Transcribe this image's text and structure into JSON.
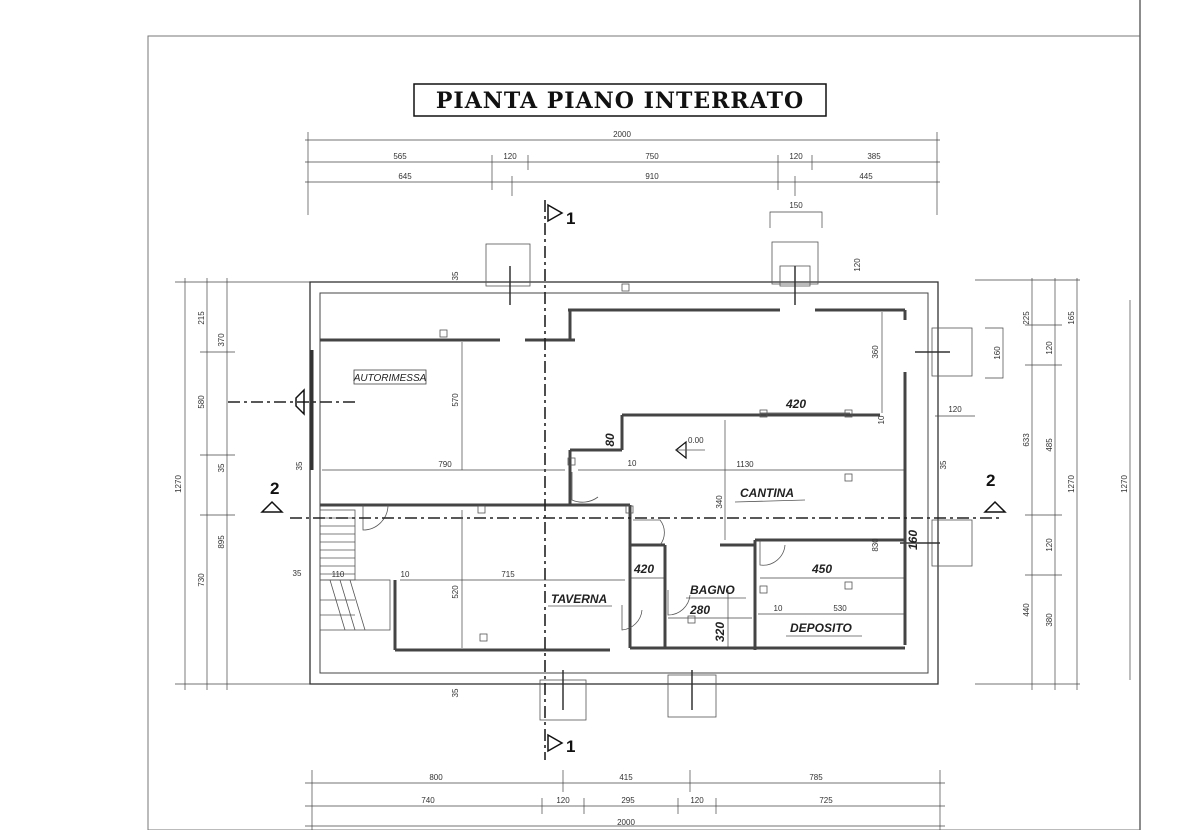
{
  "title": "PIANTA PIANO INTERRATO",
  "rooms": {
    "autorimessa": "AUTORIMESSA",
    "cantina": "CANTINA",
    "taverna": "TAVERNA",
    "bagno": "BAGNO",
    "deposito": "DEPOSITO"
  },
  "level": "0.00",
  "sections": {
    "s1_top": "1",
    "s1_bottom": "1",
    "s2_left": "2",
    "s2_right": "2"
  },
  "dims_top": {
    "total": "2000",
    "row1": [
      "565",
      "120",
      "750",
      "120",
      "385"
    ],
    "row2": [
      "645",
      "910",
      "445"
    ],
    "box_w": "150"
  },
  "dims_bottom": {
    "total": "2000",
    "row1": [
      "800",
      "415",
      "785"
    ],
    "row2": [
      "740",
      "120",
      "295",
      "120",
      "725"
    ]
  },
  "dims_left": {
    "total": "1270",
    "col_a": [
      "215",
      "370",
      "580",
      "35",
      "730"
    ],
    "col_b": [
      "895"
    ]
  },
  "dims_right": {
    "total": "1270",
    "col_a": [
      "225",
      "120",
      "485",
      "120",
      "380"
    ],
    "col_b": [
      "165",
      "633",
      "440"
    ],
    "side_box": "160"
  },
  "interior": {
    "d790": "790",
    "d1130": "1130",
    "d570": "570",
    "d715": "715",
    "d520": "520",
    "d420": "420",
    "d420b": "420",
    "d450": "450",
    "d280": "280",
    "d530": "530",
    "d320": "320",
    "d360": "360",
    "d340": "340",
    "d830": "830",
    "d120": "120",
    "d10a": "10",
    "d10b": "10",
    "d10c": "10",
    "d10d": "10",
    "d35a": "35",
    "d35b": "35",
    "d35c": "35",
    "d35d": "35",
    "d35e": "35",
    "d80": "80",
    "d110": "110",
    "d120s": "120",
    "d160": "160"
  }
}
